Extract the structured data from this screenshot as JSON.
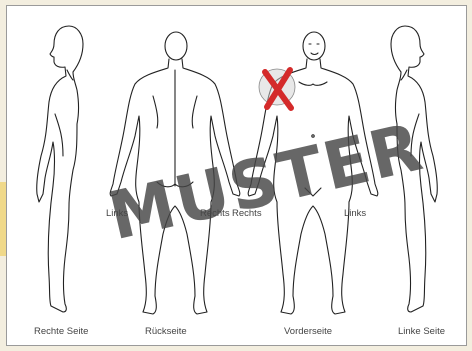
{
  "views": {
    "right_side": "Rechte Seite",
    "back": "Rückseite",
    "front": "Vorderseite",
    "left_side": "Linke Seite"
  },
  "side_labels": {
    "back_left": "Links",
    "back_right": "Rechts",
    "front_right": "Rechts",
    "front_left": "Links"
  },
  "stamp": "MUSTER",
  "mark": {
    "shape": "x-mark",
    "color": "#d42a2a",
    "location": "front-view-right-shoulder"
  },
  "colors": {
    "background": "#f3eedf",
    "frame_border": "#9a9a9a",
    "outline": "#222222",
    "accent": "#f0d98a"
  }
}
